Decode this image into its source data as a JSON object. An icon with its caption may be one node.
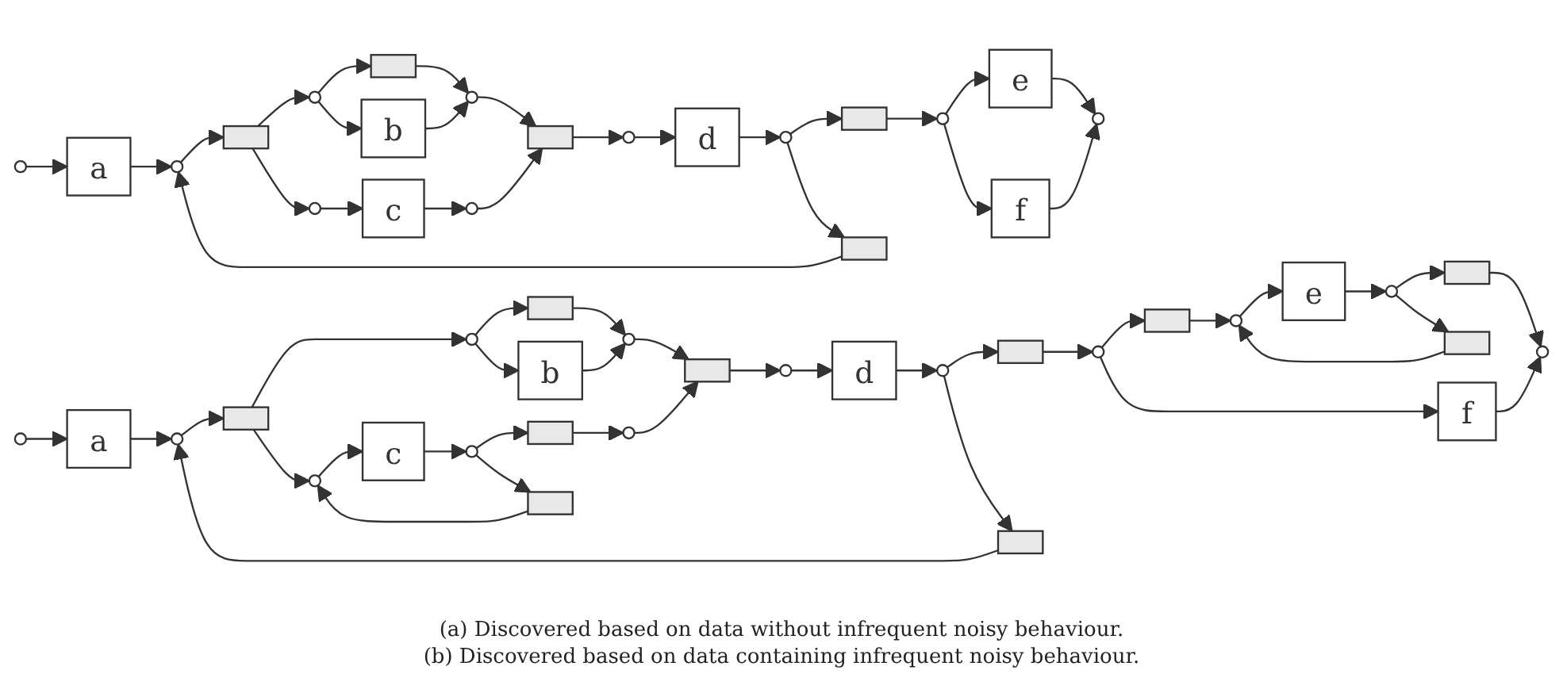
{
  "diagram": {
    "nodes": [
      {
        "text": [],
        "shape": "circle"
      },
      {
        "text": [
          "a"
        ]
      },
      {
        "text": [],
        "shape": "circle"
      },
      {
        "text": [],
        "shape": "bar"
      },
      {
        "text": [],
        "shape": "circle"
      },
      {
        "text": [],
        "shape": "circle"
      },
      {
        "text": [],
        "shape": "bar"
      },
      {
        "text": [
          "b"
        ]
      },
      {
        "text": [
          "c"
        ]
      },
      {
        "text": [],
        "shape": "circle"
      },
      {
        "text": [],
        "shape": "circle"
      },
      {
        "text": [],
        "shape": "bar"
      },
      {
        "text": [],
        "shape": "circle"
      },
      {
        "text": [
          "d"
        ]
      },
      {
        "text": [],
        "shape": "circle"
      },
      {
        "text": [],
        "shape": "bar"
      },
      {
        "text": [],
        "shape": "bar"
      },
      {
        "text": [],
        "shape": "circle"
      },
      {
        "text": [
          "e"
        ]
      },
      {
        "text": [
          "f"
        ]
      },
      {
        "text": [],
        "shape": "circle"
      },
      {
        "text": [],
        "shape": "circle"
      },
      {
        "text": [
          "a"
        ]
      },
      {
        "text": [],
        "shape": "circle"
      },
      {
        "text": [],
        "shape": "bar"
      },
      {
        "text": [],
        "shape": "circle"
      },
      {
        "text": [],
        "shape": "circle"
      },
      {
        "text": [],
        "shape": "bar"
      },
      {
        "text": [
          "b"
        ]
      },
      {
        "text": [
          "c"
        ]
      },
      {
        "text": [],
        "shape": "circle"
      },
      {
        "text": [],
        "shape": "circle"
      },
      {
        "text": [],
        "shape": "bar"
      },
      {
        "text": [],
        "shape": "bar"
      },
      {
        "text": [],
        "shape": "circle"
      },
      {
        "text": [],
        "shape": "bar"
      },
      {
        "text": [],
        "shape": "circle"
      },
      {
        "text": [
          "d"
        ]
      },
      {
        "text": [],
        "shape": "circle"
      },
      {
        "text": [],
        "shape": "bar"
      },
      {
        "text": [],
        "shape": "bar"
      },
      {
        "text": [],
        "shape": "circle"
      },
      {
        "text": [],
        "shape": "bar"
      },
      {
        "text": [
          "f"
        ]
      },
      {
        "text": [],
        "shape": "circle"
      },
      {
        "text": [
          "e"
        ]
      },
      {
        "text": [],
        "shape": "circle"
      },
      {
        "text": [],
        "shape": "bar"
      },
      {
        "text": [],
        "shape": "bar"
      },
      {
        "text": [],
        "shape": "circle"
      }
    ],
    "edges": [
      {
        "from": 0,
        "to": 1,
        "arrow": "to"
      },
      {
        "from": 1,
        "to": 2,
        "arrow": "to"
      },
      {
        "from": 2,
        "to": 3,
        "arrow": "to"
      },
      {
        "from": 3,
        "to": 4,
        "arrow": "to"
      },
      {
        "from": 3,
        "to": 5,
        "arrow": "to"
      },
      {
        "from": 4,
        "to": 6,
        "arrow": "to"
      },
      {
        "from": 4,
        "to": 7,
        "arrow": "to"
      },
      {
        "from": 6,
        "to": 9,
        "arrow": "to"
      },
      {
        "from": 7,
        "to": 9,
        "arrow": "to"
      },
      {
        "from": 5,
        "to": 8,
        "arrow": "to"
      },
      {
        "from": 8,
        "to": 10,
        "arrow": "to"
      },
      {
        "from": 9,
        "to": 11,
        "arrow": "to"
      },
      {
        "from": 10,
        "to": 11,
        "arrow": "to"
      },
      {
        "from": 11,
        "to": 12,
        "arrow": "to"
      },
      {
        "from": 12,
        "to": 13,
        "arrow": "to"
      },
      {
        "from": 13,
        "to": 14,
        "arrow": "to"
      },
      {
        "from": 14,
        "to": 15,
        "arrow": "to"
      },
      {
        "from": 14,
        "to": 16,
        "arrow": "to"
      },
      {
        "from": 16,
        "to": 2,
        "arrow": "to"
      },
      {
        "from": 15,
        "to": 17,
        "arrow": "to"
      },
      {
        "from": 17,
        "to": 18,
        "arrow": "to"
      },
      {
        "from": 17,
        "to": 19,
        "arrow": "to"
      },
      {
        "from": 18,
        "to": 20,
        "arrow": "to"
      },
      {
        "from": 19,
        "to": 20,
        "arrow": "to"
      },
      {
        "from": 21,
        "to": 22,
        "arrow": "to"
      },
      {
        "from": 22,
        "to": 23,
        "arrow": "to"
      },
      {
        "from": 23,
        "to": 24,
        "arrow": "to"
      },
      {
        "from": 24,
        "to": 25,
        "arrow": "to"
      },
      {
        "from": 24,
        "to": 26,
        "arrow": "to"
      },
      {
        "from": 25,
        "to": 27,
        "arrow": "to"
      },
      {
        "from": 25,
        "to": 28,
        "arrow": "to"
      },
      {
        "from": 27,
        "to": 30,
        "arrow": "to"
      },
      {
        "from": 28,
        "to": 30,
        "arrow": "to"
      },
      {
        "from": 26,
        "to": 29,
        "arrow": "to"
      },
      {
        "from": 29,
        "to": 31,
        "arrow": "to"
      },
      {
        "from": 31,
        "to": 32,
        "arrow": "to"
      },
      {
        "from": 31,
        "to": 33,
        "arrow": "to"
      },
      {
        "from": 33,
        "to": 26,
        "arrow": "to"
      },
      {
        "from": 32,
        "to": 34,
        "arrow": "to"
      },
      {
        "from": 34,
        "to": 35,
        "arrow": "to"
      },
      {
        "from": 30,
        "to": 35,
        "arrow": "to"
      },
      {
        "from": 35,
        "to": 36,
        "arrow": "to"
      },
      {
        "from": 36,
        "to": 37,
        "arrow": "to"
      },
      {
        "from": 37,
        "to": 38,
        "arrow": "to"
      },
      {
        "from": 38,
        "to": 39,
        "arrow": "to"
      },
      {
        "from": 38,
        "to": 40,
        "arrow": "to"
      },
      {
        "from": 40,
        "to": 23,
        "arrow": "to"
      },
      {
        "from": 39,
        "to": 41,
        "arrow": "to"
      },
      {
        "from": 41,
        "to": 42,
        "arrow": "to"
      },
      {
        "from": 41,
        "to": 43,
        "arrow": "to"
      },
      {
        "from": 42,
        "to": 44,
        "arrow": "to"
      },
      {
        "from": 44,
        "to": 45,
        "arrow": "to"
      },
      {
        "from": 45,
        "to": 46,
        "arrow": "to"
      },
      {
        "from": 46,
        "to": 47,
        "arrow": "to"
      },
      {
        "from": 46,
        "to": 48,
        "arrow": "to"
      },
      {
        "from": 48,
        "to": 44,
        "arrow": "to"
      },
      {
        "from": 47,
        "to": 49,
        "arrow": "to"
      },
      {
        "from": 43,
        "to": 49,
        "arrow": "to"
      }
    ],
    "labels": [
      "(a) Discovered based on data without infrequent noisy behaviour.",
      "(b) Discovered based on data containing infrequent noisy behaviour."
    ]
  }
}
